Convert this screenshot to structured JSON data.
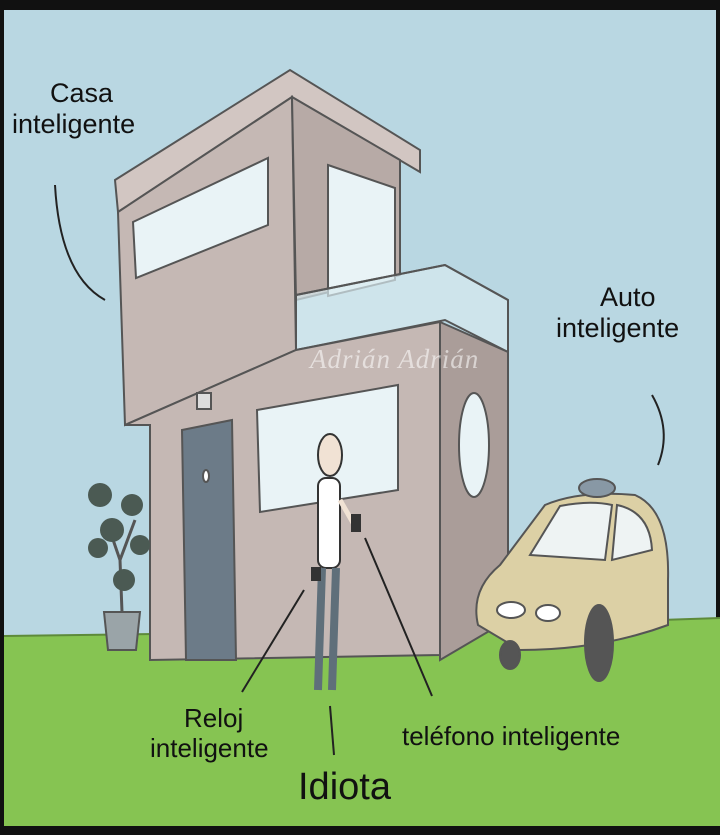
{
  "labels": {
    "casa": [
      "Casa",
      "inteligente"
    ],
    "auto": [
      "Auto",
      "inteligente"
    ],
    "reloj": [
      "Reloj",
      "inteligente"
    ],
    "telefono": "teléfono inteligente",
    "idiota": "Idiota"
  },
  "watermark": "Adrián Adrián",
  "colors": {
    "sky": "#b9d7e2",
    "grass": "#86c452",
    "wall": "#c5b8b4",
    "wall_shadow": "#ab9e9a",
    "door": "#6c7b88",
    "car": "#dcd0a5",
    "frame": "#111111"
  }
}
